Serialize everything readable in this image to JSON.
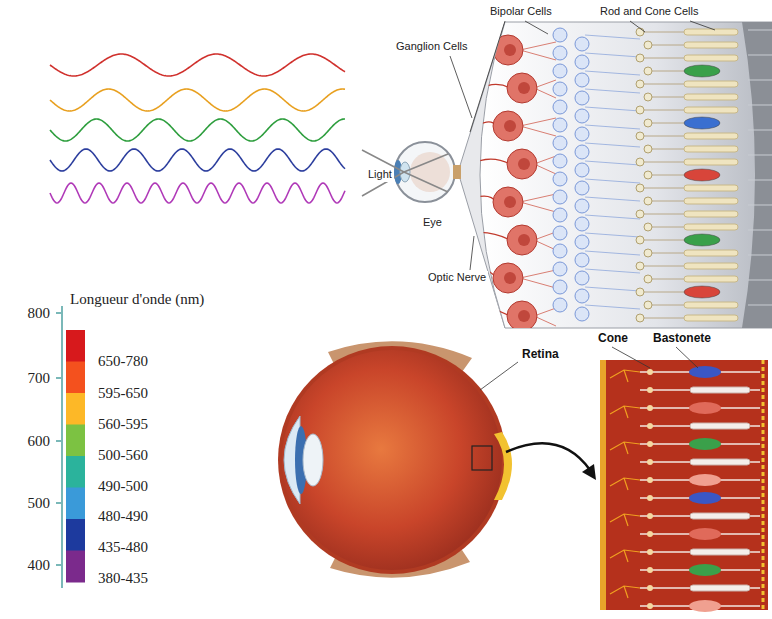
{
  "diagram": {
    "labels": [
      "Bipolar Cells",
      "Rod and Cone Cells",
      "Ganglion Cells",
      "Light",
      "Eye",
      "Optic Nerve",
      "Longueur d'onde (nm)",
      "800",
      "700",
      "600",
      "500",
      "400",
      "Retina",
      "Cone",
      "Bastonete"
    ],
    "legend": [
      {
        "text": "650-780",
        "color": "#d7191c"
      },
      {
        "text": "595-650",
        "color": "#f4511e"
      },
      {
        "text": "560-595",
        "color": "#fdb827"
      },
      {
        "text": "500-560",
        "color": "#7cc242"
      },
      {
        "text": "490-500",
        "color": "#2bb39c"
      },
      {
        "text": "480-490",
        "color": "#3a9ad9"
      },
      {
        "text": "435-480",
        "color": "#1d3a9e"
      },
      {
        "text": "380-435",
        "color": "#7b2a8c"
      }
    ]
  }
}
